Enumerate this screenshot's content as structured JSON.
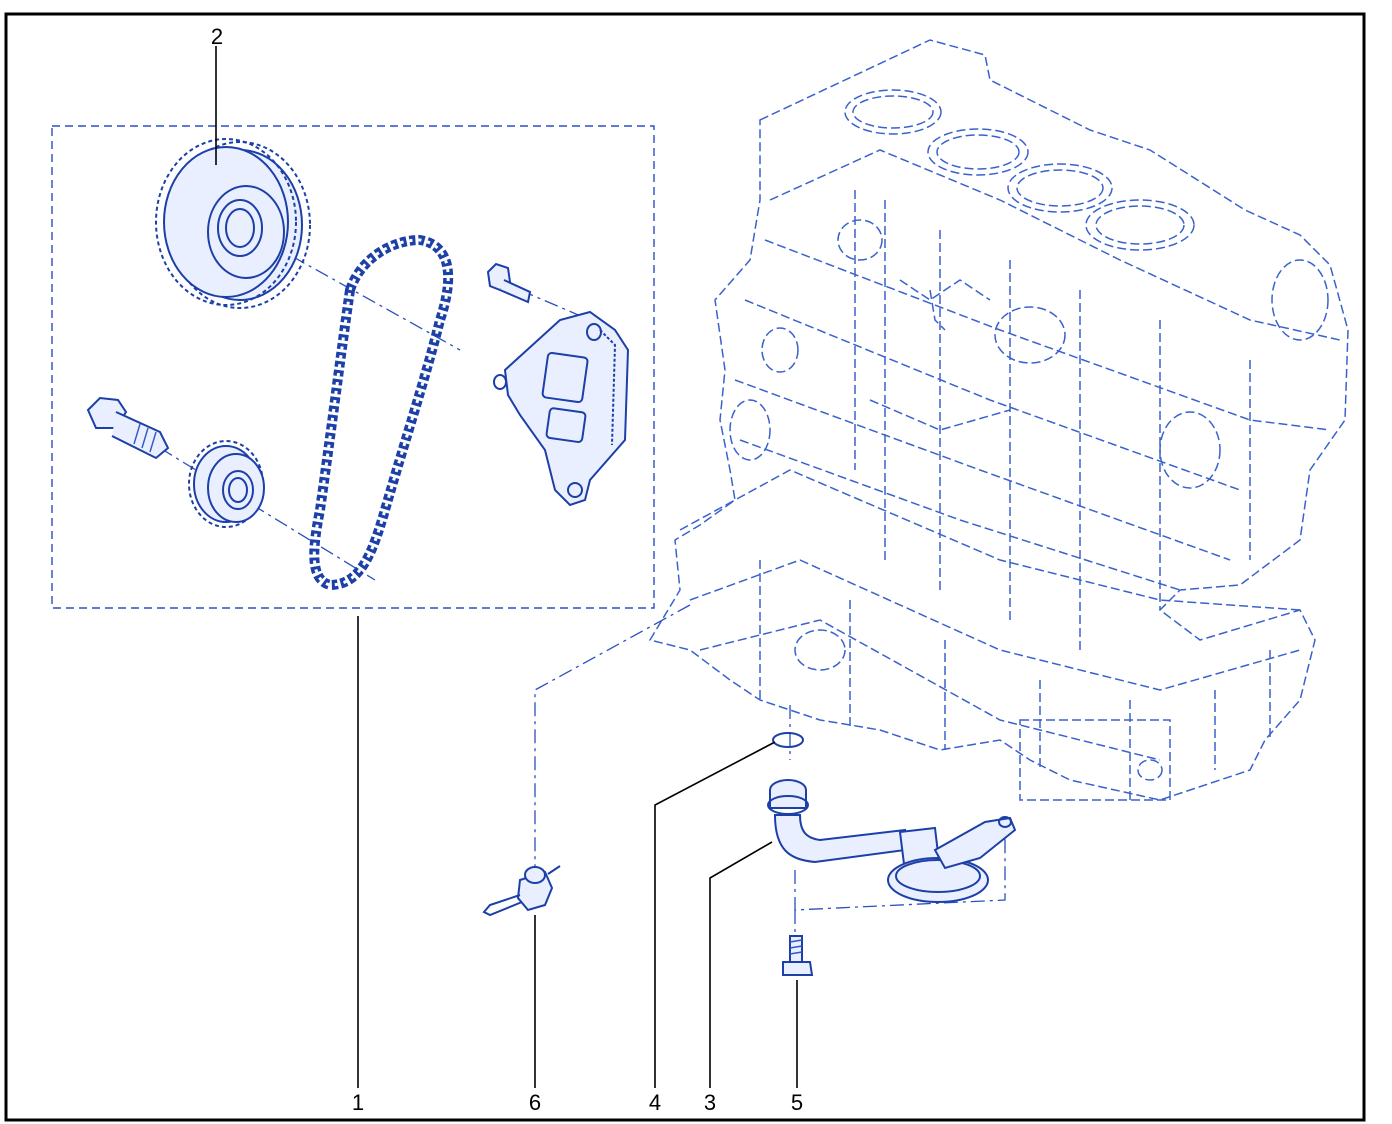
{
  "callouts": [
    {
      "id": "1",
      "label": "1"
    },
    {
      "id": "2",
      "label": "2"
    },
    {
      "id": "3",
      "label": "3"
    },
    {
      "id": "4",
      "label": "4"
    },
    {
      "id": "5",
      "label": "5"
    },
    {
      "id": "6",
      "label": "6"
    }
  ],
  "colors": {
    "line_art": "#1c3fa8",
    "phantom_block": "#3a62cc",
    "leader": "#000000",
    "frame": "#000000",
    "background": "#ffffff"
  },
  "icons": {
    "camshaft_sprocket": "gear-icon",
    "crank_sprocket": "gear-icon",
    "timing_chain": "chain-icon",
    "chain_tensioner": "tensioner-icon",
    "oil_pickup_tube": "pipe-icon",
    "o_ring": "ring-icon",
    "bolt": "bolt-icon",
    "oil_jet": "nozzle-icon",
    "engine_block": "engine-block-icon"
  }
}
